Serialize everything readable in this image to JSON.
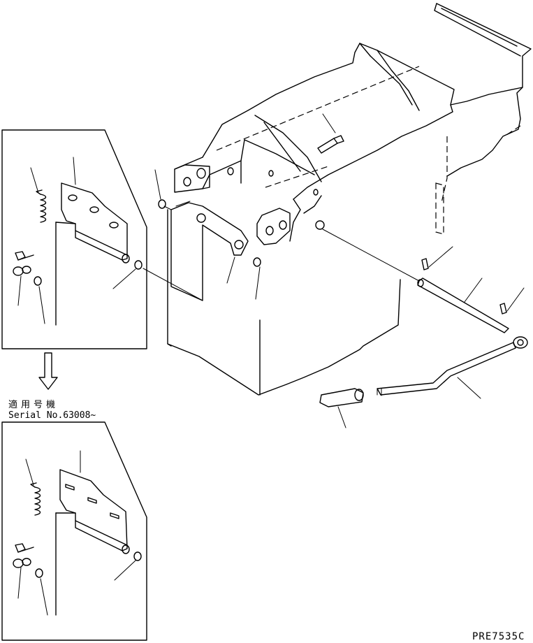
{
  "note": {
    "japanese": "適用号機",
    "serial": "Serial No.63008~"
  },
  "drawing_code": "PRE7535C"
}
